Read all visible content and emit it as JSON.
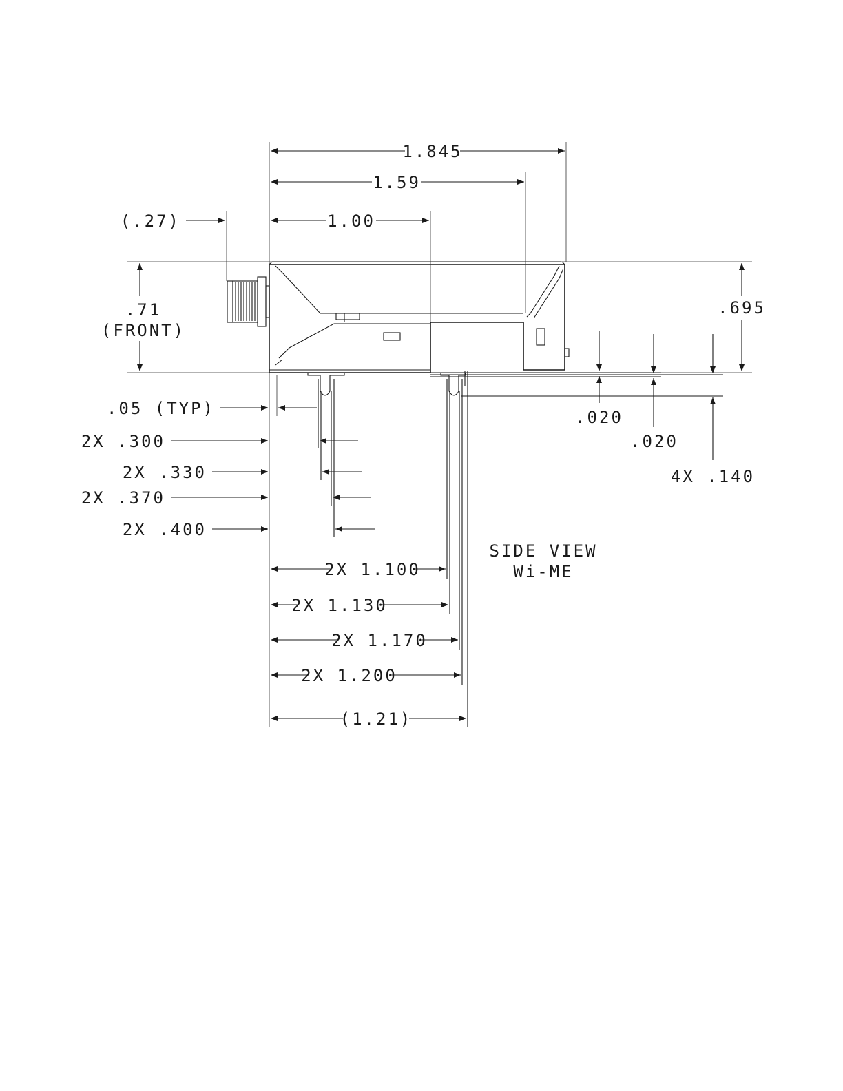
{
  "view": {
    "title": "SIDE VIEW",
    "subtitle": "Wi-ME"
  },
  "dims": {
    "overall_width": "1.845",
    "width_159": "1.59",
    "width_100": "1.00",
    "connector_offset": "(.27)",
    "front_height_value": ".71",
    "front_height_note": "(FRONT)",
    "rear_height": ".695",
    "typ_05": ".05 (TYP)",
    "pin_300": "2X .300",
    "pin_330": "2X .330",
    "pin_370": "2X .370",
    "pin_400": "2X .400",
    "pin_1100": "2X 1.100",
    "pin_1130": "2X 1.130",
    "pin_1170": "2X 1.170",
    "pin_1200": "2X 1.200",
    "ref_121": "(1.21)",
    "gap_020_a": ".020",
    "gap_020_b": ".020",
    "lead_140": "4X .140"
  }
}
